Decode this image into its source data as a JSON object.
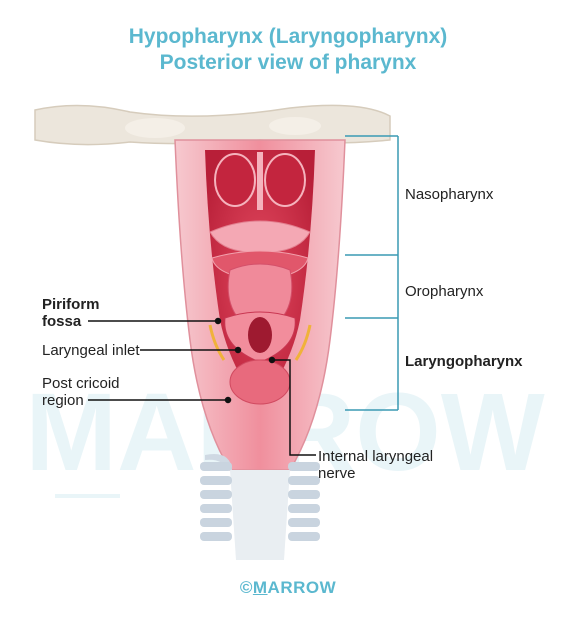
{
  "title_line1": "Hypopharynx (Laryngopharynx)",
  "title_line2": "Posterior view of pharynx",
  "regions": {
    "nasopharynx": "Nasopharynx",
    "oropharynx": "Oropharynx",
    "laryngopharynx": "Laryngopharynx"
  },
  "labels": {
    "piriform_fossa_1": "Piriform",
    "piriform_fossa_2": "fossa",
    "laryngeal_inlet": "Laryngeal inlet",
    "post_cricoid_1": "Post cricoid",
    "post_cricoid_2": "region",
    "internal_laryngeal_nerve_1": "Internal laryngeal",
    "internal_laryngeal_nerve_2": "nerve"
  },
  "watermark": "MARROW",
  "footer": {
    "copyright_symbol": "©",
    "brand_prefix": "",
    "brand_underlined": "M",
    "brand_suffix": "ARROW"
  },
  "colors": {
    "title": "#5bb8cf",
    "bracket": "#3a9ab3",
    "tissue_light": "#f2b8c0",
    "tissue_deep": "#d8324a",
    "bone": "#ece6dc"
  }
}
